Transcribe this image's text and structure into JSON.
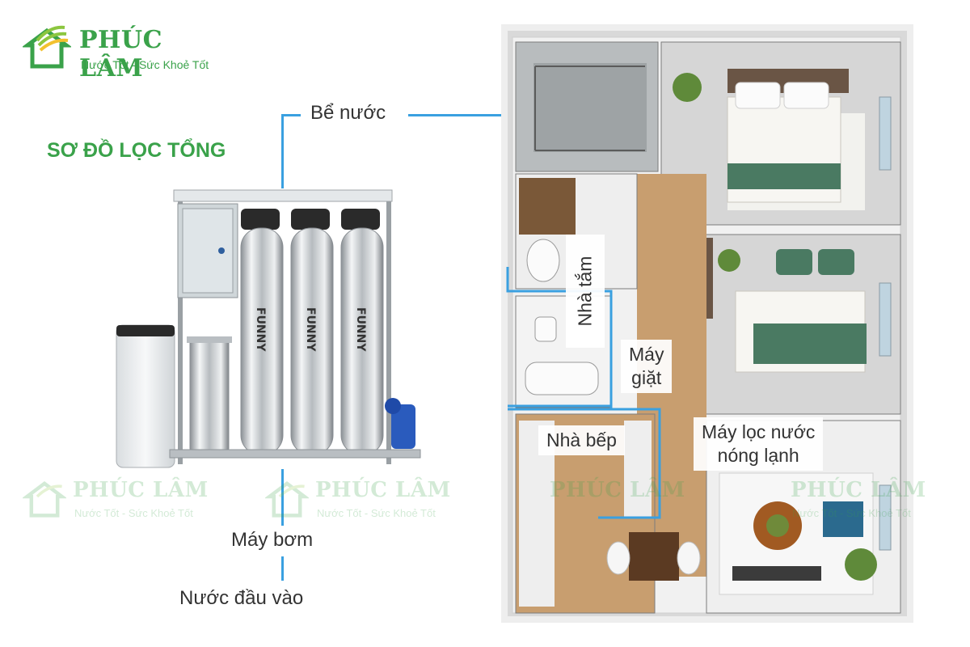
{
  "brand": {
    "name": "PHÚC LÂM",
    "tagline": "Nước Tốt - Sức Khoẻ Tốt"
  },
  "title": "SƠ ĐỒ LỌC TỔNG",
  "labels": {
    "tank": "Bể nước",
    "pump": "Máy bơm",
    "input": "Nước đầu vào",
    "bathroom": "Nhà tắm",
    "washer_l1": "Máy",
    "washer_l2": "giặt",
    "kitchen": "Nhà bếp",
    "purifier_l1": "Máy lọc nước",
    "purifier_l2": "nóng lạnh"
  },
  "machine": {
    "tank_brand": "FUNNY"
  },
  "colors": {
    "brand_green": "#3aa24a",
    "pipe_blue": "#3aa0e0"
  }
}
